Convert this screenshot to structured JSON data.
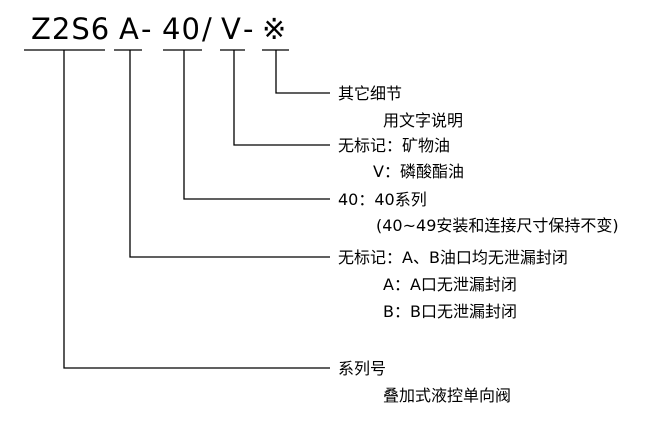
{
  "model_code": {
    "series": "Z2S6",
    "port": "A",
    "dash1": "-",
    "series_no": "40",
    "slash": "/",
    "seal": "V",
    "dash2": "-",
    "other": "※"
  },
  "descriptions": {
    "other": [
      "其它细节",
      "用文字说明"
    ],
    "seal": [
      "无标记：矿物油",
      "V：磷酸酯油"
    ],
    "series_no": [
      "40：40系列",
      "(40~49安装和连接尺寸保持不变)"
    ],
    "port": [
      "无标记：A、B油口均无泄漏封闭",
      "A：A口无泄漏封闭",
      "B：B口无泄漏封闭"
    ],
    "series": [
      "系列号",
      "叠加式液控单向阀"
    ]
  }
}
